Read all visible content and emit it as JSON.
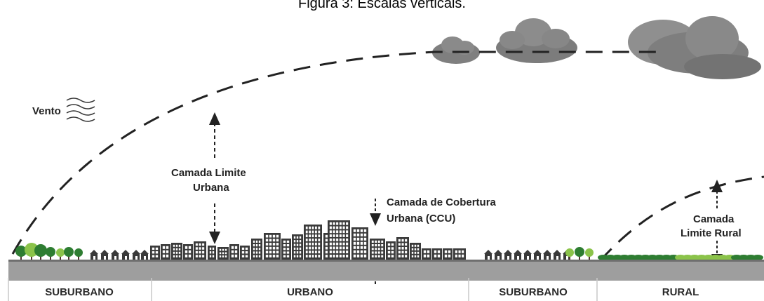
{
  "figure": {
    "title": "Figura 3: Escalas verticais."
  },
  "labels": {
    "wind": "Vento",
    "ubl_line1": "Camada Limite",
    "ubl_line2": "Urbana",
    "ucl_line1": "Camada de Cobertura",
    "ucl_line2": "Urbana (CCU)",
    "rbl_line1": "Camada",
    "rbl_line2": "Limite Rural"
  },
  "zones": [
    {
      "name": "SUBURBANO"
    },
    {
      "name": "URBANO"
    },
    {
      "name": "SUBURBANO"
    },
    {
      "name": "RURAL"
    }
  ],
  "colors": {
    "ground": "#9e9e9e",
    "ground_top": "#6f6f6f",
    "building": "#3a3a3a",
    "house": "#3a3a3a",
    "tree_dark": "#2e7d32",
    "tree_light": "#8bc34a",
    "cloud": "#8a8a8a",
    "cloud_dark": "#6e6e6e",
    "dash": "#222222",
    "divider": "#c8c8c8"
  },
  "icons": {
    "wind": "wind-lines-icon",
    "cloud": "cloud-icon",
    "arrow": "dashed-arrow-icon"
  }
}
